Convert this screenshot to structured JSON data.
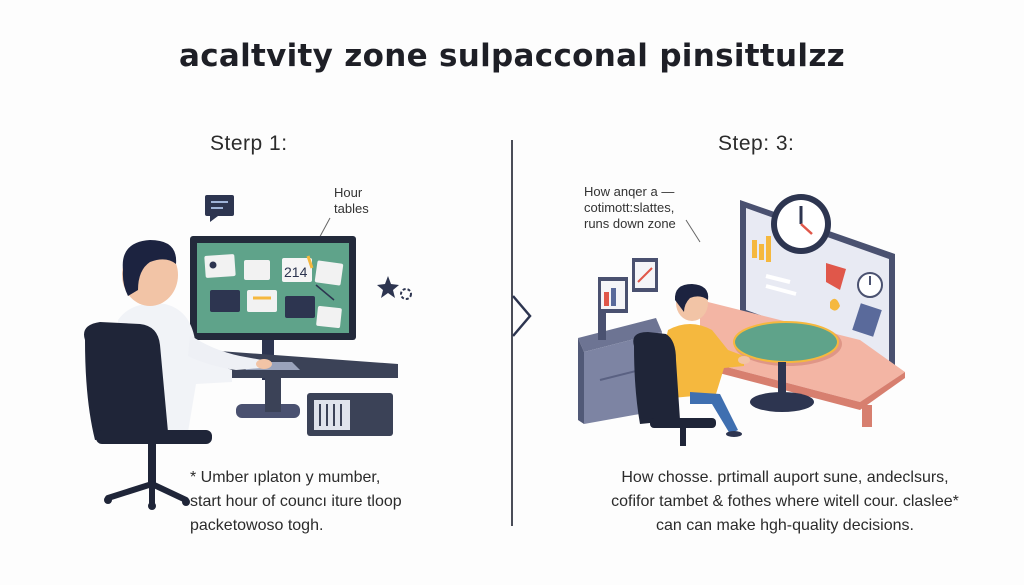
{
  "title": "acaltvity zone sulpacconal pinsittulzz",
  "left_panel": {
    "step_label": "Sterp 1:",
    "annotation": [
      "Hour",
      "tables"
    ],
    "screen_number": "214",
    "caption": [
      "* Umber ıplaton y mumber,",
      "start hour of councı iture tloop",
      "packetowoso togh."
    ]
  },
  "right_panel": {
    "step_label": "Step: 3:",
    "annotation": [
      "How anqer a —",
      "cotimott:slattes,",
      "runs down zone"
    ],
    "caption": [
      "How chosse. prtimall auport sune, andeclsurs,",
      "cofifor tambet & fothes where witell cour. claslee*",
      "can can make hgh-quality decisions."
    ]
  },
  "colors": {
    "accent_green": "#5fa38a",
    "monitor_dark": "#232a3b",
    "desk_pink": "#f3b5a4",
    "shirt_yellow": "#f5b83e"
  }
}
